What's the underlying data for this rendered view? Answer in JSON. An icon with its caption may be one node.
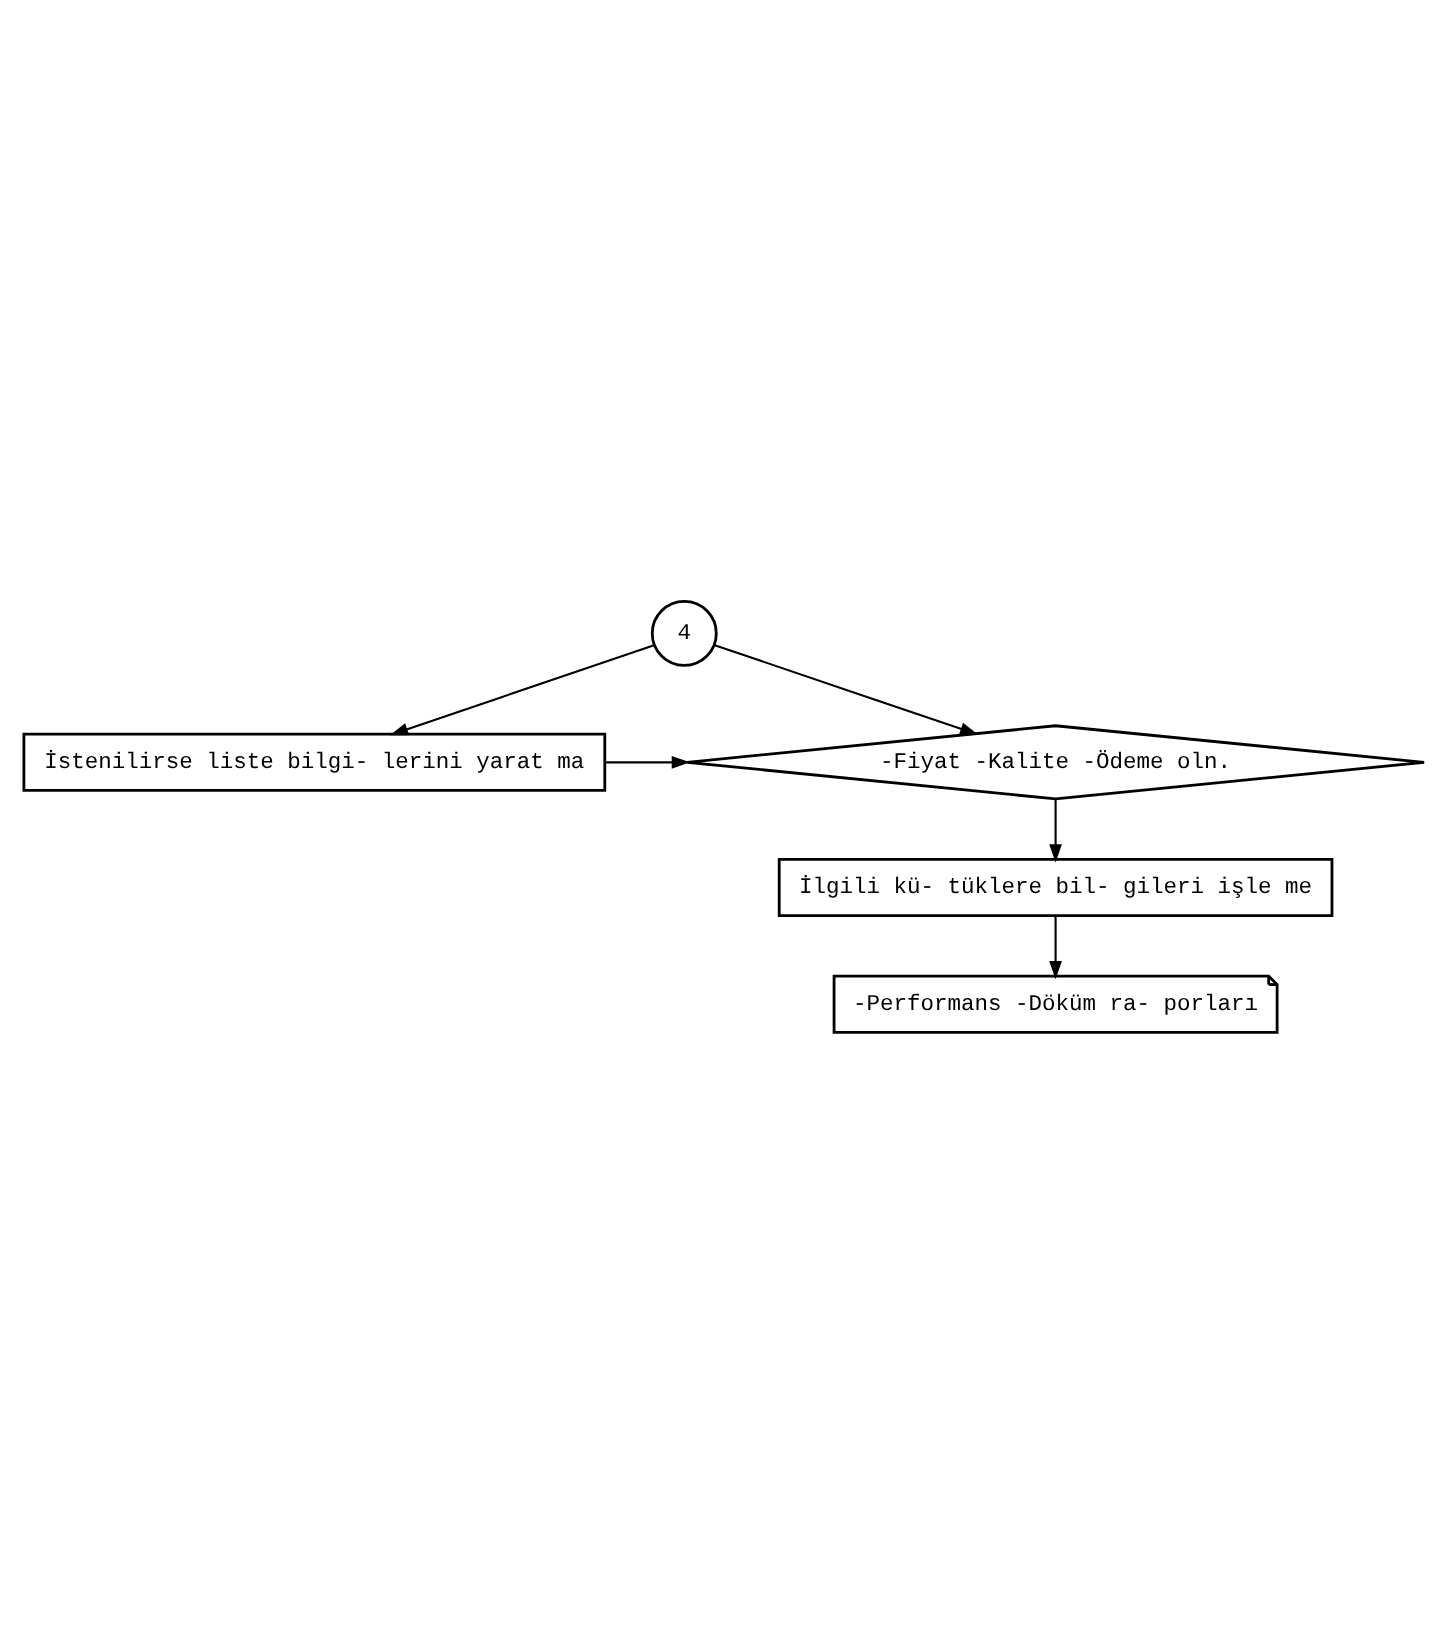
{
  "diagram": {
    "nodes": [
      {
        "text": [
          "4"
        ]
      },
      {
        "text": [
          "İstenilirse liste bilgi- lerini yarat ma"
        ]
      },
      {
        "text": [
          "-Fiyat -Kalite -Ödeme oln."
        ]
      },
      {
        "text": [
          "İlgili kü- tüklere bil- gileri işle me"
        ]
      },
      {
        "text": [
          "-Performans -Döküm ra- porları"
        ]
      }
    ],
    "edges": [
      {
        "from": 0,
        "to": 1,
        "arrow": "to"
      },
      {
        "from": 0,
        "to": 2,
        "arrow": "to"
      },
      {
        "from": 1,
        "to": 2,
        "arrow": "to"
      },
      {
        "from": 2,
        "to": 3,
        "arrow": "to"
      },
      {
        "from": 3,
        "to": 4,
        "arrow": "to"
      }
    ]
  }
}
